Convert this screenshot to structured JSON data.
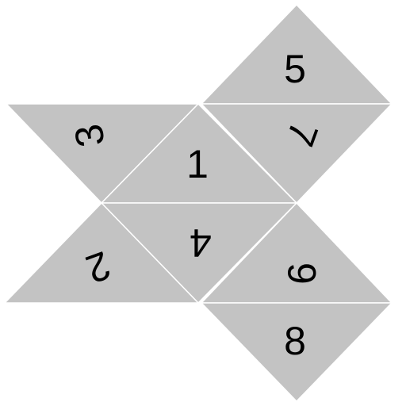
{
  "colors": {
    "face": "#c3c3c3",
    "edge": "#ffffff",
    "text": "#000000",
    "background": "#ffffff"
  },
  "faces": [
    {
      "label": "5"
    },
    {
      "label": "7"
    },
    {
      "label": "3"
    },
    {
      "label": "1"
    },
    {
      "label": "4"
    },
    {
      "label": "2"
    },
    {
      "label": "6"
    },
    {
      "label": "8"
    }
  ]
}
